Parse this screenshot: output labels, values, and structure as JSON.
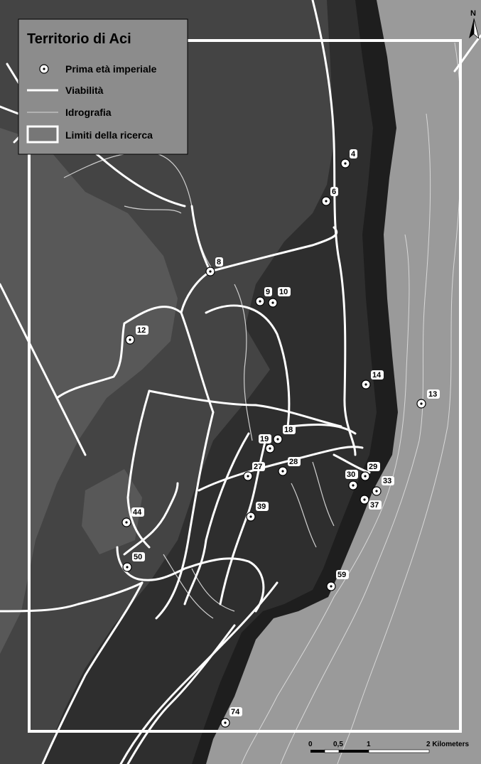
{
  "legend": {
    "title": "Territorio di Aci",
    "items": [
      {
        "key": "sites",
        "label": "Prima età imperiale"
      },
      {
        "key": "roads",
        "label": "Viabilità"
      },
      {
        "key": "rivers",
        "label": "Idrografia"
      },
      {
        "key": "limits",
        "label": "Limiti della ricerca"
      }
    ]
  },
  "north_arrow": {
    "label": "N",
    "icon": "north-arrow-icon"
  },
  "scale_bar": {
    "ticks": [
      "0",
      "0,5",
      "1",
      "2 Kilometers"
    ],
    "tick_values_km": [
      0,
      0.5,
      1,
      2
    ]
  },
  "sites": [
    {
      "id": "4"
    },
    {
      "id": "6"
    },
    {
      "id": "8"
    },
    {
      "id": "9"
    },
    {
      "id": "10"
    },
    {
      "id": "12"
    },
    {
      "id": "13"
    },
    {
      "id": "14"
    },
    {
      "id": "18"
    },
    {
      "id": "19"
    },
    {
      "id": "27"
    },
    {
      "id": "28"
    },
    {
      "id": "29"
    },
    {
      "id": "30"
    },
    {
      "id": "33"
    },
    {
      "id": "37"
    },
    {
      "id": "39"
    },
    {
      "id": "44"
    },
    {
      "id": "50"
    },
    {
      "id": "59"
    },
    {
      "id": "74"
    }
  ],
  "colors": {
    "sea": "#9a9a9a",
    "coast_band": "#1e1e1e",
    "land_dark": "#2e2e2e",
    "land_mid": "#444444",
    "land_light": "#585858",
    "roads": "#ffffff",
    "legend_bg": "#8c8c8c"
  }
}
